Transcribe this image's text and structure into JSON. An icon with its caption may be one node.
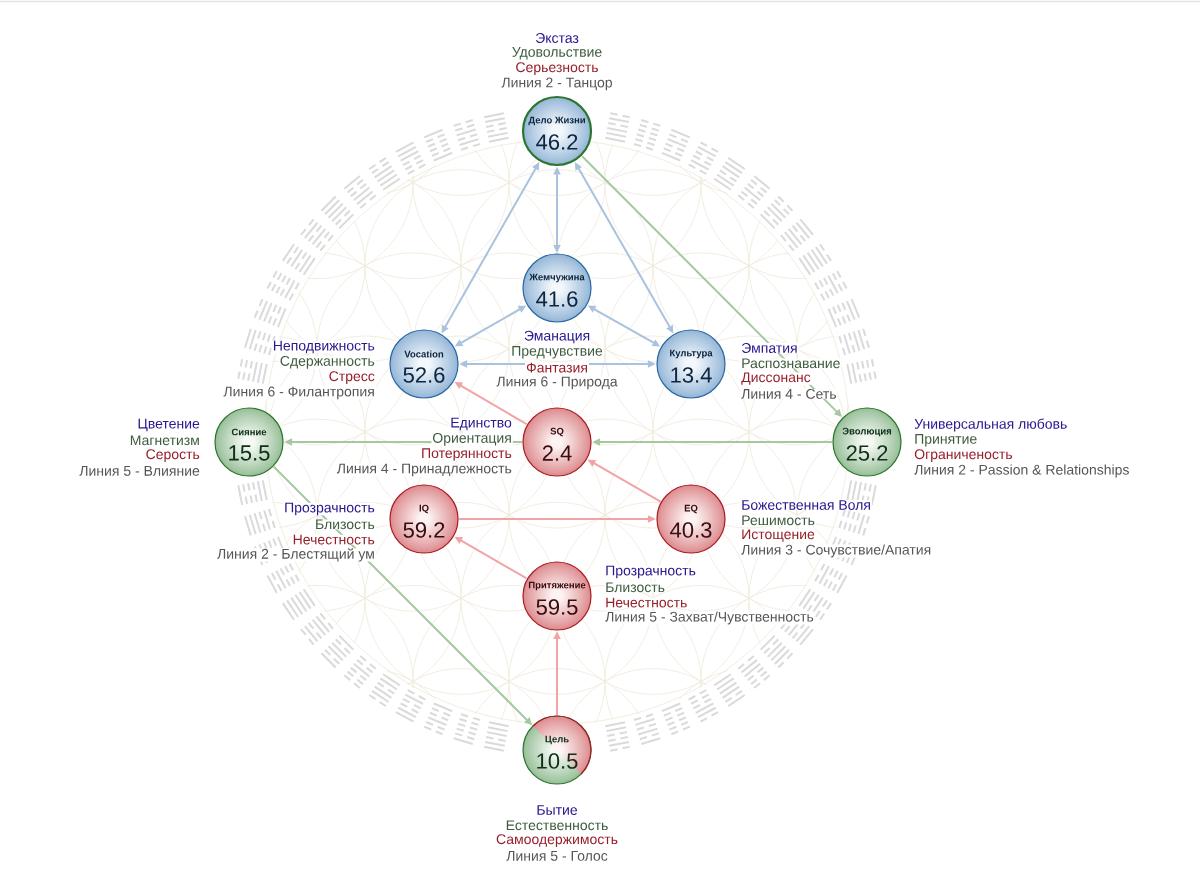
{
  "diagram": {
    "nodes": [
      {
        "text": [
          "Дело Жизни",
          "46.2"
        ],
        "beside": [
          "Экстаз",
          "Удовольствие",
          "Серьезность",
          "Линия 2 - Танцор"
        ]
      },
      {
        "text": [
          "Жемчужина",
          "41.6"
        ],
        "beside": [
          "Эманация",
          "Предчувствие",
          "Фантазия",
          "Линия 6 - Природа"
        ]
      },
      {
        "text": [
          "Vocation",
          "52.6"
        ],
        "beside": [
          "Неподвижность",
          "Сдержанность",
          "Стресс",
          "Линия 6 - Филантропия"
        ]
      },
      {
        "text": [
          "Культура",
          "13.4"
        ],
        "beside": [
          "Эмпатия",
          "Распознавание",
          "Диссонанс",
          "Линия 4 - Сеть"
        ]
      },
      {
        "text": [
          "Сияние",
          "15.5"
        ],
        "beside": [
          "Цветение",
          "Магнетизм",
          "Серость",
          "Линия 5 - Влияние"
        ]
      },
      {
        "text": [
          "SQ",
          "2.4"
        ],
        "beside": [
          "Единство",
          "Ориентация",
          "Потерянность",
          "Линия 4 - Принадлежность"
        ]
      },
      {
        "text": [
          "Эволюция",
          "25.2"
        ],
        "beside": [
          "Универсальная любовь",
          "Принятие",
          "Ограниченость",
          "Линия 2 - Passion & Relationships"
        ]
      },
      {
        "text": [
          "IQ",
          "59.2"
        ],
        "beside": [
          "Прозрачность",
          "Близость",
          "Нечестность",
          "Линия 2 - Блестящий ум"
        ]
      },
      {
        "text": [
          "EQ",
          "40.3"
        ],
        "beside": [
          "Божественная Воля",
          "Решимость",
          "Истощение",
          "Линия 3 - Сочувствие/Апатия"
        ]
      },
      {
        "text": [
          "Притяжение",
          "59.5"
        ],
        "beside": [
          "Прозрачность",
          "Близость",
          "Нечестность",
          "Линия 5 - Захват/Чувственность"
        ]
      },
      {
        "text": [
          "Цель",
          "10.5"
        ],
        "beside": [
          "Бытие",
          "Естественность",
          "Самоодержимость",
          "Линия 5 - Голос"
        ]
      }
    ],
    "edges": [
      {
        "from": 0,
        "to": 2,
        "arrow": "both"
      },
      {
        "from": 0,
        "to": 1,
        "arrow": "both"
      },
      {
        "from": 0,
        "to": 3,
        "arrow": "both"
      },
      {
        "from": 1,
        "to": 2,
        "arrow": "both"
      },
      {
        "from": 1,
        "to": 3,
        "arrow": "both"
      },
      {
        "from": 2,
        "to": 3,
        "arrow": "both"
      },
      {
        "from": 0,
        "to": 6,
        "arrow": "to",
        "color": "#a6c8a0"
      },
      {
        "from": 6,
        "to": 5,
        "arrow": "to",
        "color": "#a6c8a0"
      },
      {
        "from": 5,
        "to": 4,
        "arrow": "to",
        "color": "#a6c8a0"
      },
      {
        "from": 4,
        "to": 10,
        "arrow": "to",
        "color": "#a6c8a0"
      },
      {
        "from": 10,
        "to": 9,
        "arrow": "to",
        "color": "#f1a3a6"
      },
      {
        "from": 9,
        "to": 7,
        "arrow": "to",
        "color": "#f1a3a6"
      },
      {
        "from": 7,
        "to": 8,
        "arrow": "to",
        "color": "#f1a3a6"
      },
      {
        "from": 8,
        "to": 5,
        "arrow": "to",
        "color": "#f1a3a6"
      },
      {
        "from": 5,
        "to": 2,
        "arrow": "to",
        "color": "#f1a3a6"
      }
    ]
  }
}
